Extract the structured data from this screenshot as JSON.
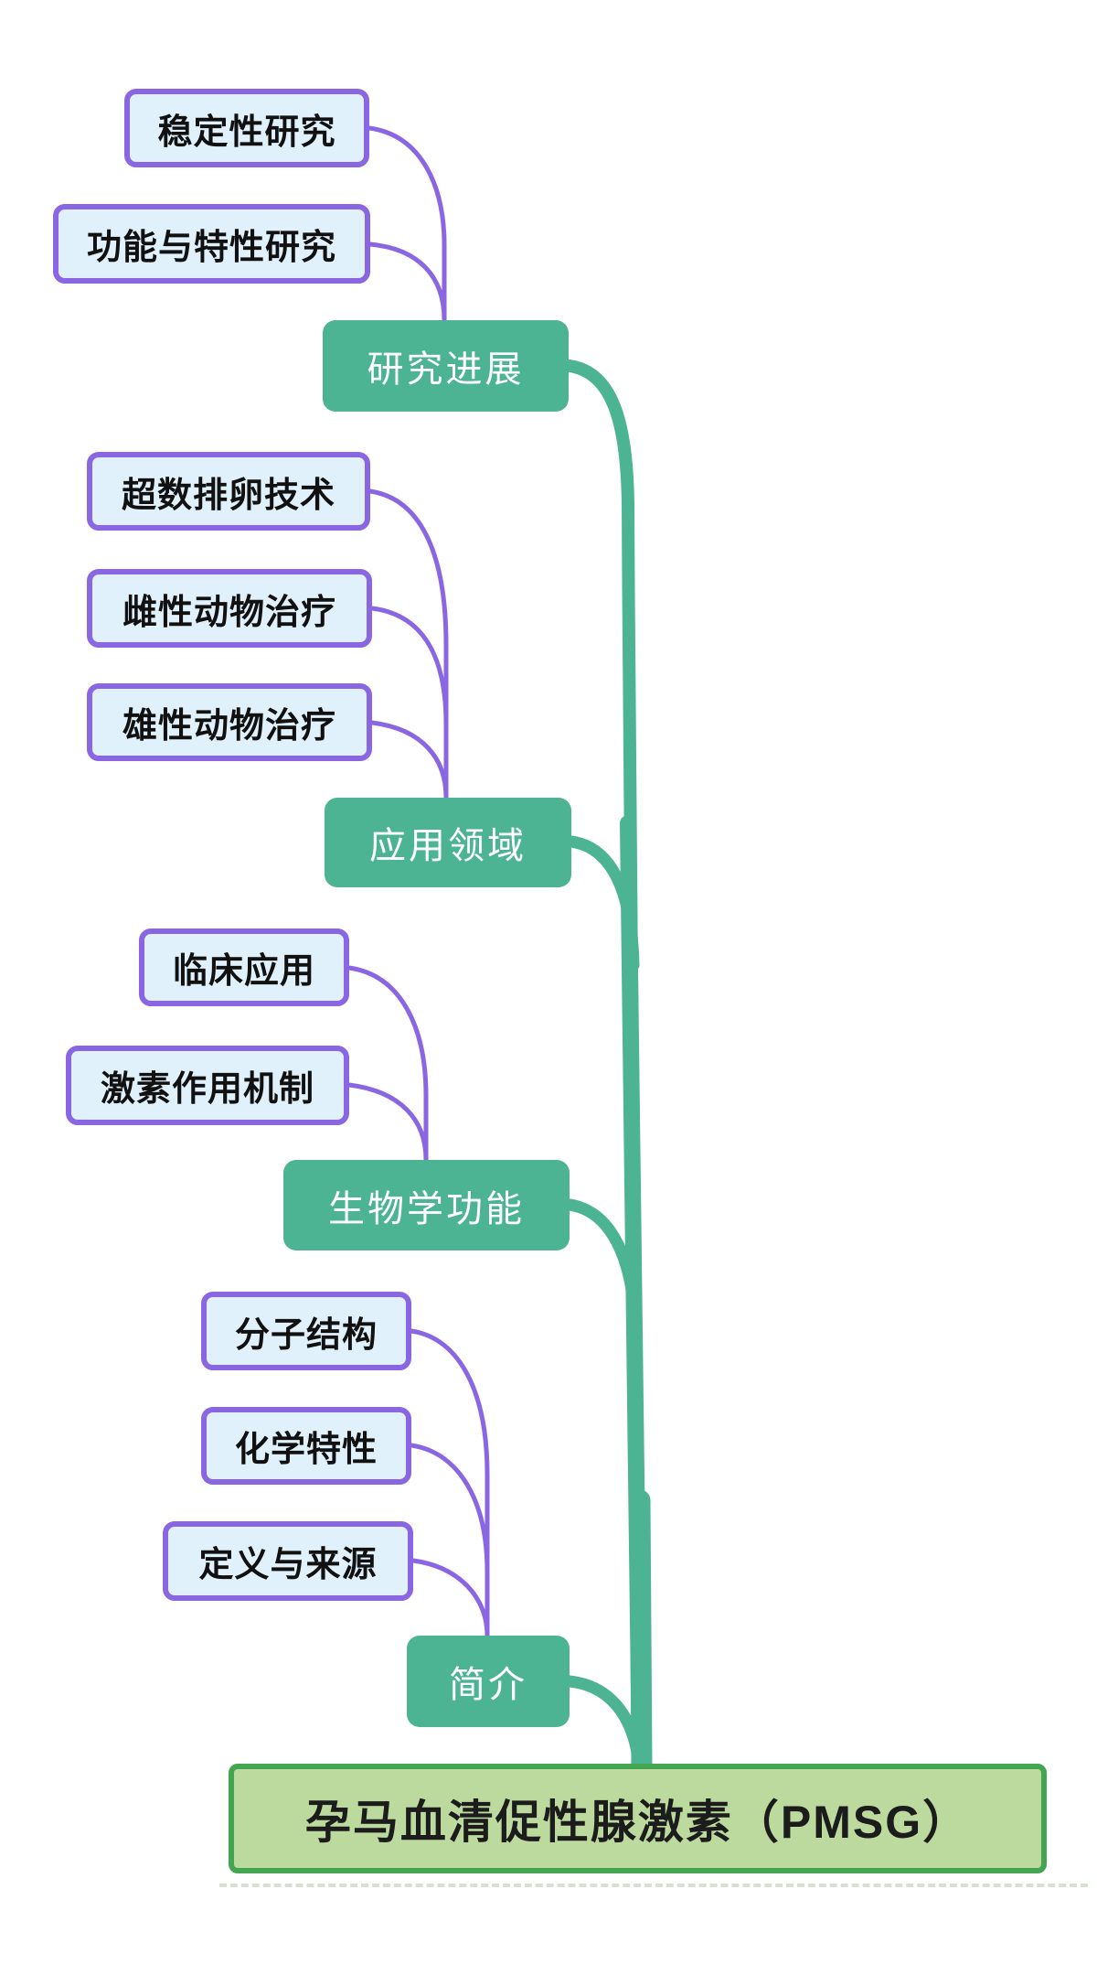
{
  "colors": {
    "background": "#FFFFFF",
    "branch_fill": "#4CB492",
    "branch_text": "#FFFFFF",
    "leaf_fill": "#E0F1FB",
    "leaf_border": "#8B66E3",
    "leaf_text": "#111111",
    "connector_purple": "#8B66E3",
    "connector_green": "#4CB492",
    "root_fill": "#BCDA9E",
    "root_border": "#44A551",
    "root_text": "#1C1C1C"
  },
  "mindmap": {
    "root": {
      "label": "孕马血清促性腺激素（PMSG）"
    },
    "branches": [
      {
        "label": "研究进展",
        "children": [
          {
            "label": "稳定性研究"
          },
          {
            "label": "功能与特性研究"
          }
        ]
      },
      {
        "label": "应用领域",
        "children": [
          {
            "label": "超数排卵技术"
          },
          {
            "label": "雌性动物治疗"
          },
          {
            "label": "雄性动物治疗"
          }
        ]
      },
      {
        "label": "生物学功能",
        "children": [
          {
            "label": "临床应用"
          },
          {
            "label": "激素作用机制"
          }
        ]
      },
      {
        "label": "简介",
        "children": [
          {
            "label": "分子结构"
          },
          {
            "label": "化学特性"
          },
          {
            "label": "定义与来源"
          }
        ]
      }
    ]
  }
}
